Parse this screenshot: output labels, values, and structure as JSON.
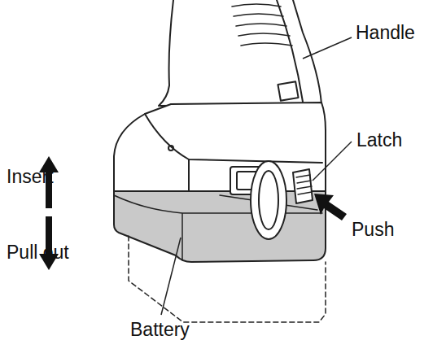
{
  "diagram": {
    "labels": [
      "Handle",
      "Latch",
      "Insert",
      "Push",
      "Pull out",
      "Battery"
    ]
  }
}
